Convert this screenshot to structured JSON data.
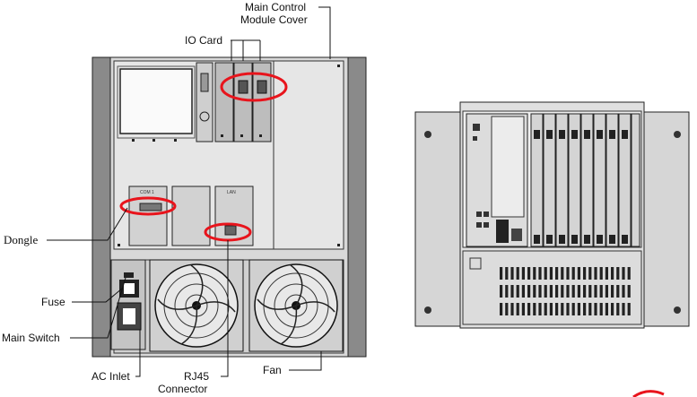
{
  "labels": {
    "main_control_line1": "Main Control",
    "main_control_line2": "Module Cover",
    "io_card": "IO Card",
    "dongle": "Dongle",
    "fuse": "Fuse",
    "main_switch": "Main Switch",
    "ac_inlet": "AC Inlet",
    "rj45_line1": "RJ45",
    "rj45_line2": "Connector",
    "fan": "Fan"
  },
  "port_labels": {
    "com": "COM 1",
    "lan": "LAN"
  },
  "colors": {
    "highlight": "#e8141c",
    "panel": "#d8d8d8",
    "frame": "#8a8a8a",
    "line": "#111111"
  }
}
